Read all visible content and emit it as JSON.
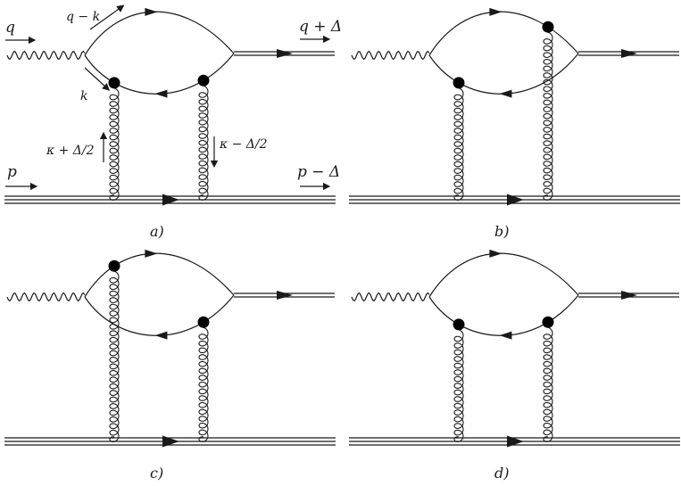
{
  "colors": {
    "ink": "#1a1a1a",
    "vertex": "#000000",
    "background": "#ffffff"
  },
  "labels": {
    "q": "q",
    "q_minus_k": "q − k",
    "k": "k",
    "q_plus_delta": "q + Δ",
    "p": "p",
    "p_minus_delta": "p − Δ",
    "kappa_plus": "κ + Δ/2",
    "kappa_minus": "κ − Δ/2"
  },
  "panels": [
    {
      "id": "a",
      "caption": "a)",
      "gluons": [
        {
          "vertex_on": "lower"
        },
        {
          "vertex_on": "lower"
        }
      ]
    },
    {
      "id": "b",
      "caption": "b)",
      "gluons": [
        {
          "vertex_on": "lower"
        },
        {
          "vertex_on": "upper"
        }
      ]
    },
    {
      "id": "c",
      "caption": "c)",
      "gluons": [
        {
          "vertex_on": "upper"
        },
        {
          "vertex_on": "lower"
        }
      ]
    },
    {
      "id": "d",
      "caption": "d)",
      "gluons": [
        {
          "vertex_on": "lower"
        },
        {
          "vertex_on": "lower"
        }
      ]
    }
  ]
}
